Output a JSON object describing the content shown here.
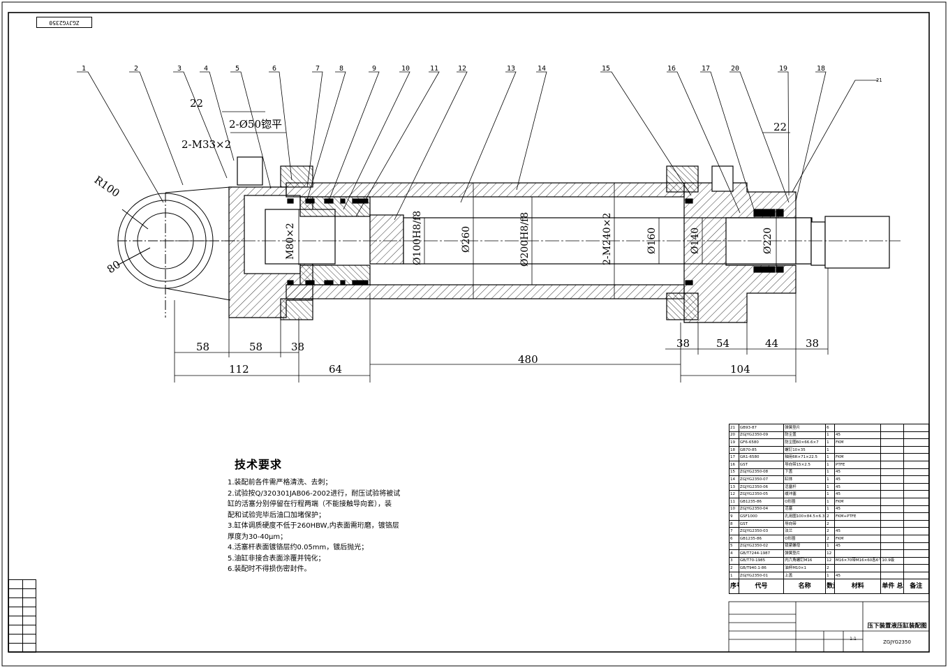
{
  "drawing_number": "ZGJYG2350",
  "drawing_title": "压下装置液压缸装配图",
  "scale": "1:1",
  "part_labels": [
    "1",
    "2",
    "3",
    "4",
    "5",
    "6",
    "7",
    "8",
    "9",
    "10",
    "11",
    "12",
    "13",
    "14",
    "15",
    "16",
    "17",
    "20",
    "19",
    "18",
    "21"
  ],
  "dimensions": {
    "r100": "R100",
    "d80": "80",
    "d22a": "22",
    "phi50": "2-Ø50锪平",
    "m33": "2-M33×2",
    "m80": "M80×2",
    "phi100": "Ø100H8/f8",
    "phi260": "Ø260",
    "phi200": "Ø200H8/f8",
    "m240": "2-M240×2",
    "phi160": "Ø160",
    "phi140": "Ø140",
    "phi220": "Ø220",
    "d22b": "22",
    "b58a": "58",
    "b58b": "58",
    "b38a": "38",
    "b38b": "38",
    "b54": "54",
    "b44": "44",
    "b38c": "38",
    "b112": "112",
    "b64": "64",
    "b480": "480",
    "b104": "104"
  },
  "tech": {
    "title": "技术要求",
    "lines": [
      "1.装配前各件需严格清洗、去刺；",
      "2.试验按Q/320301JAB06-2002进行，耐压试验将被试",
      "缸的活塞分别停留在行程两端（不能接触导向套），装",
      "配和试验完毕后油口加堵保护；",
      "3.缸体调质硬度不低于260HBW,内表面需珩磨，镀铬层",
      "厚度为30-40μm；",
      "4.活塞杆表面镀铬层约0.05mm，镀后抛光；",
      "5.油缸非接合表面涂覆并钝化；",
      "6.装配时不得损伤密封件。"
    ]
  },
  "bom": {
    "rows": [
      [
        "21",
        "GB93-87",
        "弹簧垫片",
        "6",
        "",
        ""
      ],
      [
        "20",
        "ZGJYG2350-09",
        "防尘盖",
        "1",
        "45",
        ""
      ],
      [
        "19",
        "GF6-6580",
        "防尘圈60×66.6×7",
        "1",
        "FKM",
        ""
      ],
      [
        "18",
        "GB70-85",
        "螺钉10×35",
        "1",
        "",
        ""
      ],
      [
        "17",
        "GR1-6580",
        "轴用6R×71×22.5",
        "1",
        "FKM",
        ""
      ],
      [
        "16",
        "GST",
        "导向带15×2.5",
        "1",
        "PTFE",
        ""
      ],
      [
        "15",
        "ZGJYG2350-08",
        "下盖",
        "1",
        "45",
        ""
      ],
      [
        "14",
        "ZGJYG2350-07",
        "缸体",
        "1",
        "45",
        ""
      ],
      [
        "13",
        "ZGJYG2350-06",
        "活塞杆",
        "1",
        "45",
        ""
      ],
      [
        "12",
        "ZGJYG2350-05",
        "缓冲塞",
        "1",
        "45",
        ""
      ],
      [
        "11",
        "GB1235-86",
        "O形圈",
        "1",
        "FKM",
        ""
      ],
      [
        "10",
        "ZGJYG2350-04",
        "活塞",
        "1",
        "45",
        ""
      ],
      [
        "9",
        "GSF1000",
        "孔用圈100×84.5×6.3",
        "2",
        "FKM+PTFE",
        ""
      ],
      [
        "8",
        "GST",
        "导向带",
        "2",
        "",
        ""
      ],
      [
        "7",
        "ZGJYG2350-03",
        "法兰",
        "2",
        "45",
        ""
      ],
      [
        "6",
        "GB1235-86",
        "O形圈",
        "2",
        "FKM",
        ""
      ],
      [
        "5",
        "ZGJYG2350-02",
        "锁紧螺母",
        "1",
        "45",
        ""
      ],
      [
        "4",
        "GB/T7244-1987",
        "弹簧垫片",
        "12",
        "",
        ""
      ],
      [
        "3",
        "GB/T70-1985",
        "内六角螺钉M16",
        "12",
        "M16×70带M16×60各6个",
        "10.9级"
      ],
      [
        "2",
        "GB/T940.1-86",
        "油杯M10×1",
        "2",
        "",
        ""
      ],
      [
        "1",
        "ZGJYG2350-01",
        "上盖",
        "1",
        "45",
        ""
      ]
    ],
    "headers": [
      "序号",
      "代号",
      "名称",
      "数量",
      "材料",
      "单件 总计 重量",
      "备注"
    ]
  }
}
